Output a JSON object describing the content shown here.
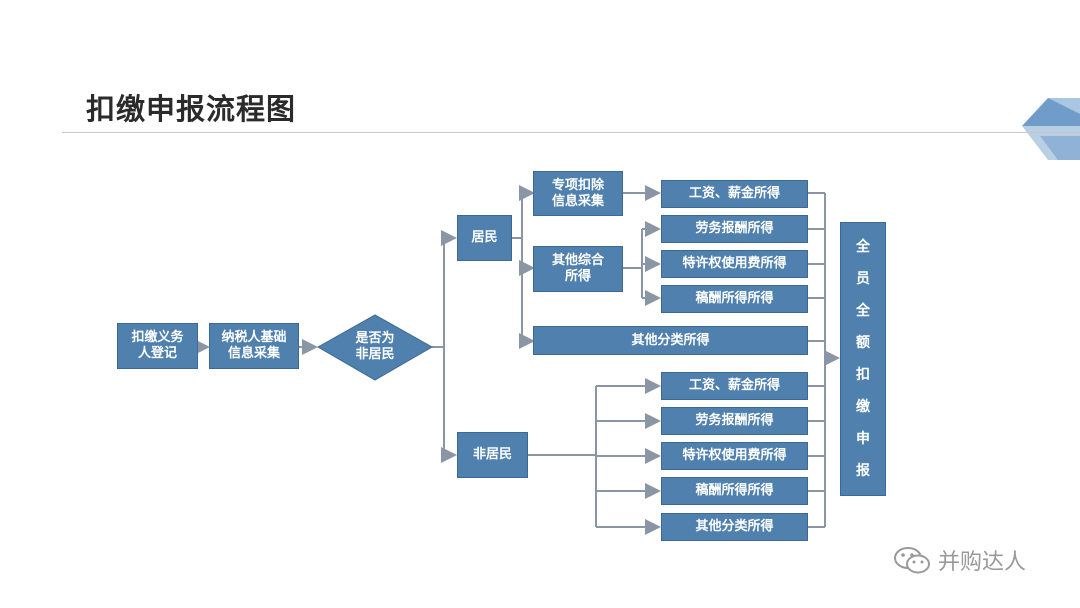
{
  "title": "扣缴申报流程图",
  "nodes": {
    "withholding_registration": "扣缴义务\n人登记",
    "taxpayer_info": "纳税人基础\n信息采集",
    "is_nonresident": "是否为\n非居民",
    "resident": "居民",
    "nonresident": "非居民",
    "special_deduction": "专项扣除\n信息采集",
    "other_comprehensive": "其他综合\n所得",
    "r_wages": "工资、薪金所得",
    "r_labor": "劳务报酬所得",
    "r_royalty": "特许权使用费所得",
    "r_manuscript": "稿酬所得所得",
    "r_other_classified": "其他分类所得",
    "n_wages": "工资、薪金所得",
    "n_labor": "劳务报酬所得",
    "n_royalty": "特许权使用费所得",
    "n_manuscript": "稿酬所得所得",
    "n_other_classified": "其他分类所得",
    "final_chars": [
      "全",
      "员",
      "全",
      "额",
      "扣",
      "缴",
      "申",
      "报"
    ]
  },
  "watermark": "并购达人",
  "colors": {
    "box": "#4f80ae",
    "line": "#8a96a3",
    "accent": "#7aa5cf"
  }
}
